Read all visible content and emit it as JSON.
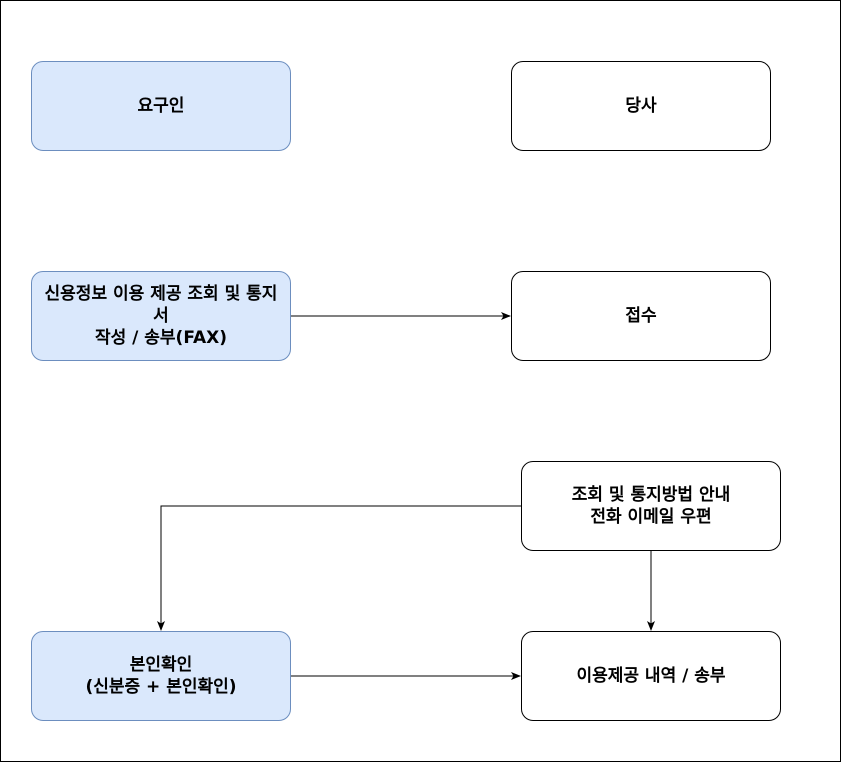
{
  "nodes": {
    "requester": {
      "label": "요구인"
    },
    "company": {
      "label": "당사"
    },
    "request_form": {
      "label": "신용정보 이용 제공 조회 및 통지서\n작성 / 송부(FAX)"
    },
    "receipt": {
      "label": "접수"
    },
    "notice_method": {
      "label": "조회 및 통지방법 안내\n전화 이메일 우편"
    },
    "identity_check": {
      "label": "본인확인\n(신분증 + 본인확인)"
    },
    "usage_history": {
      "label": "이용제공 내역 / 송부"
    }
  },
  "colors": {
    "blue_fill": "#dae8fc",
    "blue_stroke": "#6c8ebf",
    "edge": "#000000"
  }
}
